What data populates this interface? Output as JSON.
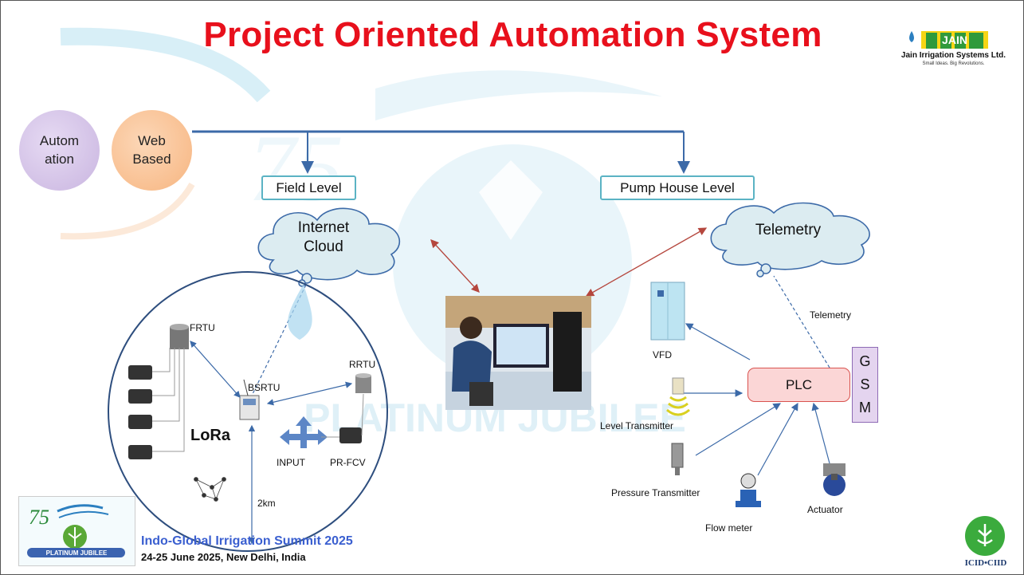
{
  "title": "Project Oriented Automation System",
  "logo": {
    "brand": "JAIN",
    "company": "Jain Irrigation Systems Ltd.",
    "tagline": "Small Ideas. Big Revolutions.",
    "registered": "®"
  },
  "left_circles": {
    "automation": "Autom ation",
    "web_based": "Web Based"
  },
  "levels": {
    "field": "Field Level",
    "pump_house": "Pump House Level"
  },
  "clouds": {
    "internet": "Internet Cloud",
    "telemetry": "Telemetry"
  },
  "field_labels": {
    "frtu": "FRTU",
    "bsrtu": "BSRTU",
    "rrtu": "RRTU",
    "lora": "LoRa",
    "input": "INPUT",
    "prfcv": "PR-FCV",
    "distance": "2km"
  },
  "pump_labels": {
    "telemetry": "Telemetry",
    "vfd": "VFD",
    "plc": "PLC",
    "gsm": [
      "G",
      "S",
      "M"
    ],
    "level_transmitter": "Level Transmitter",
    "pressure_transmitter": "Pressure Transmitter",
    "flow_meter": "Flow meter",
    "actuator": "Actuator"
  },
  "watermark": "PLATINUM JUBILEE",
  "footer": {
    "badge_number": "75",
    "badge_text": "PLATINUM JUBILEE",
    "event": "Indo-Global Irrigation Summit 2025",
    "date_place": "24-25 June 2025, New Delhi, India",
    "icid": "ICID•CIID"
  },
  "colors": {
    "title": "#e8101c",
    "connector": "#3c6aa8",
    "bidirectional": "#b5473e",
    "box_border": "#5bb3c4",
    "cloud_fill": "#dcecf1",
    "plc_fill": "#fbd6d6",
    "gsm_fill": "#e4d4ef",
    "automation_circle": "#c9b5e0",
    "web_circle": "#f7b580"
  }
}
